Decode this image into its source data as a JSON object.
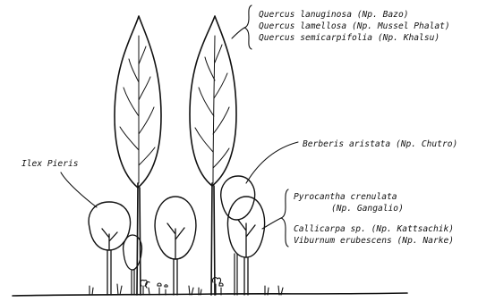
{
  "labels": {
    "quercus_lanuginosa": "Quercus lanuginosa (Np. Bazo)",
    "quercus_lamellosa": "Quercus lamellosa (Np. Mussel Phalat)",
    "quercus_semicarpifolia": "Quercus semicarpifolia (Np. Khalsu)",
    "berberis": "Berberis aristata (Np. Chutro)",
    "ilex_pieris": "Ilex Pieris",
    "pyrocantha_line1": "Pyrocantha crenulata",
    "pyrocantha_line2": "(Np. Gangalio)",
    "callicarpa": "Callicarpa sp. (Np. Kattsachik)",
    "viburnum": "Viburnum erubescens (Np. Narke)"
  },
  "colors": {
    "ink": "#111111",
    "background": "#ffffff"
  }
}
